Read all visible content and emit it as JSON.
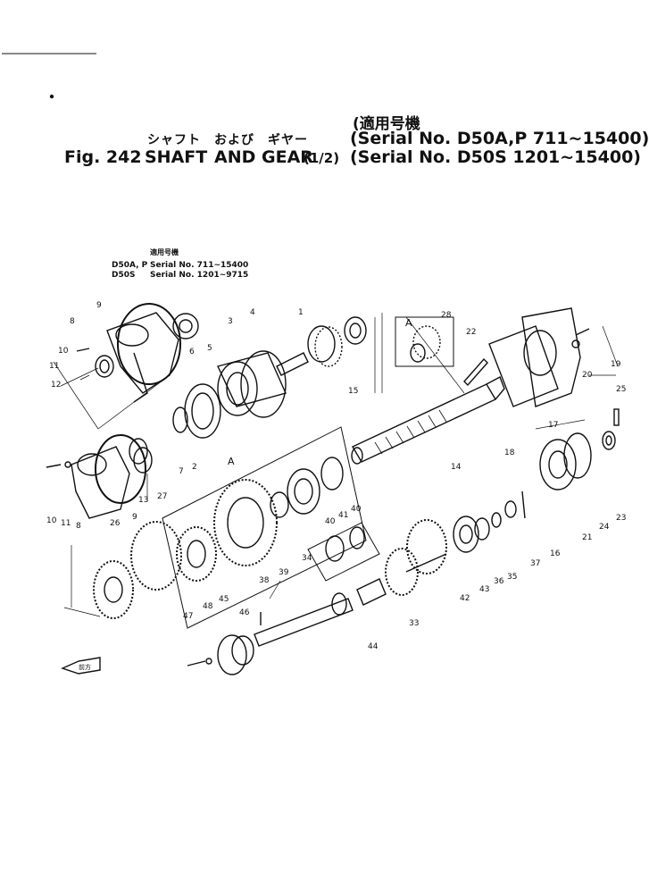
{
  "header": {
    "applicable_models_jp": "(適用号機",
    "title_jp": "シャフト　および　ギヤー",
    "fig_label": "Fig. 242",
    "title_en_1": "SHAFT",
    "title_en_2": "AND GEAR",
    "sheet": "(1/2)",
    "serial_line_1": "(Serial No. D50A,P 711~15400)",
    "serial_line_2": "(Serial No. D50S  1201~15400)"
  },
  "inset": {
    "title_jp": "適用号機",
    "line_1_model": "D50A, P",
    "line_1_serial": "Serial No. 711~15400",
    "line_2_model": "D50S",
    "line_2_serial": "Serial No. 1201~9715"
  },
  "front_arrow_label": "前方",
  "section_marks": [
    "A",
    "A"
  ],
  "part_numbers": [
    "1",
    "2",
    "3",
    "4",
    "5",
    "6",
    "7",
    "8",
    "9",
    "10",
    "11",
    "12",
    "13",
    "14",
    "15",
    "16",
    "17",
    "18",
    "19",
    "20",
    "21",
    "22",
    "23",
    "24",
    "25",
    "26",
    "27",
    "28",
    "33",
    "34",
    "35",
    "36",
    "37",
    "38",
    "39",
    "40",
    "41",
    "42",
    "43",
    "44",
    "45",
    "46",
    "47",
    "48"
  ],
  "colors": {
    "ink": "#111111",
    "paper": "#ffffff"
  }
}
